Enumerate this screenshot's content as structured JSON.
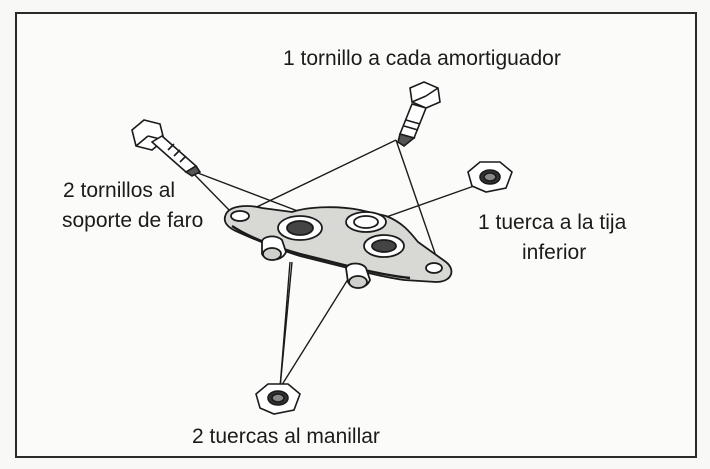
{
  "labels": {
    "top_screw": "1 tornillo a cada amortiguador",
    "left_screws_line1": "2 tornillos al",
    "left_screws_line2": "soporte  de faro",
    "right_nut_line1": "1 tuerca a la tija",
    "right_nut_line2": "inferior",
    "bottom_nuts": "2 tuercas al manillar"
  },
  "colors": {
    "ink": "#1b1b1b",
    "paper": "#fbfbf9",
    "frame": "#2a2a2a"
  }
}
